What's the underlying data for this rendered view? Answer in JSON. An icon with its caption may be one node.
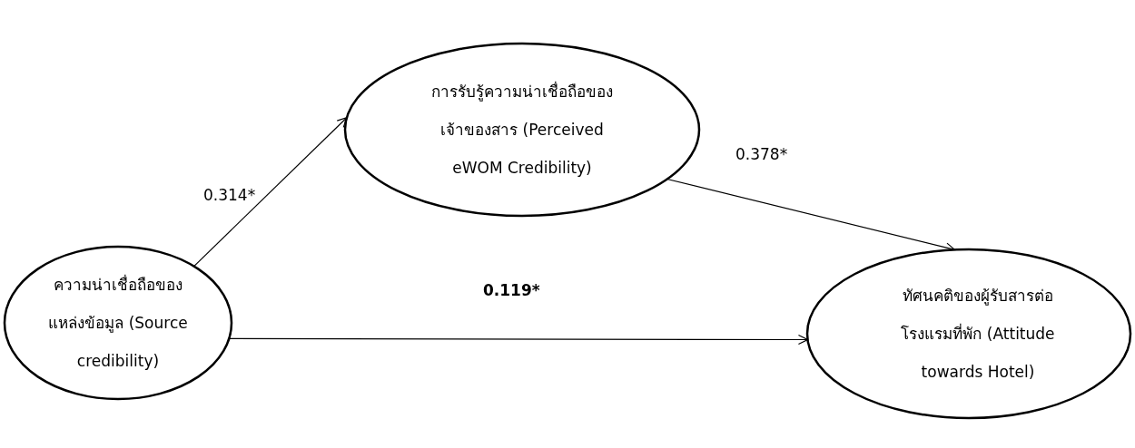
{
  "diagram": {
    "nodes": [
      {
        "text": [
          "ความน่าเชื่อถือของแหล่งข้อมูล (Source credibility)"
        ]
      },
      {
        "text": [
          "การรับรู้ความน่าเชื่อถือของเจ้าของสาร (Perceived eWOM Credibility)"
        ]
      },
      {
        "text": [
          "ทัศนคติของผู้รับสารต่อโรงแรมที่พัก (Attitude towards Hotel)"
        ]
      }
    ],
    "edges": [
      {
        "from": 0,
        "to": 1,
        "arrow": "to",
        "label": "0.314*"
      },
      {
        "from": 1,
        "to": 2,
        "arrow": "to",
        "label": "0.378*"
      },
      {
        "from": 0,
        "to": 2,
        "arrow": "to",
        "label": "0.119*"
      }
    ]
  }
}
